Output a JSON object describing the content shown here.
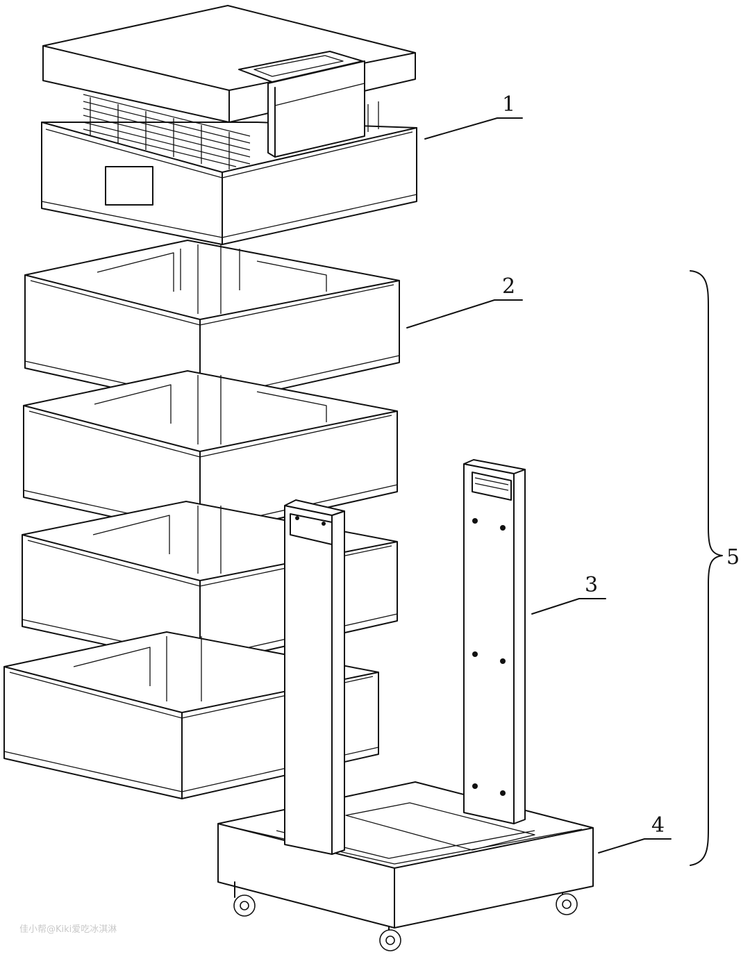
{
  "labels": {
    "l1": "1",
    "l2": "2",
    "l3": "3",
    "l4": "4",
    "l5": "5"
  },
  "watermark": "佳小帮@Kiki爱吃冰淇淋",
  "colors": {
    "line": "#111111",
    "background": "#ffffff",
    "watermark": "#c9c9c9"
  }
}
